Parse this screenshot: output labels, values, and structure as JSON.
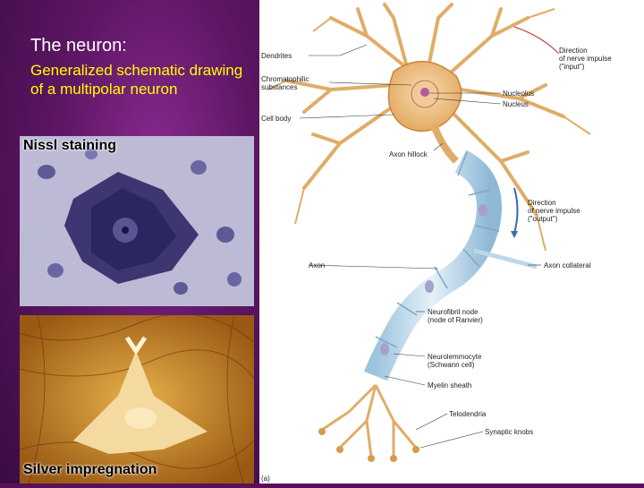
{
  "slide": {
    "title": "The neuron:",
    "subtitle": "Generalized schematic drawing of a multipolar neuron"
  },
  "photos": {
    "nissl_label": "Nissl staining",
    "silver_label": "Silver impregnation"
  },
  "diagram": {
    "labels": {
      "dendrites": "Dendrites",
      "chromatophilic_1": "Chromatophilic",
      "chromatophilic_2": "substances",
      "direction_input_1": "Direction",
      "direction_input_2": "of nerve impulse",
      "direction_input_3": "(\"input\")",
      "nucleolus": "Nucleolus",
      "nucleus": "Nucleus",
      "cell_body": "Cell body",
      "axon_hillock": "Axon hillock",
      "direction_output_1": "Direction",
      "direction_output_2": "of nerve impulse",
      "direction_output_3": "(\"output\")",
      "axon": "Axon",
      "axon_collateral": "Axon collateral",
      "neurofibril_1": "Neurofibril node",
      "neurofibril_2": "(node of Ranvier)",
      "neurolemmocyte_1": "Neurolemmocyte",
      "neurolemmocyte_2": "(Schwann cell)",
      "myelin": "Myelin sheath",
      "telodendria": "Telodendria",
      "synaptic_knobs": "Synaptic knobs",
      "figure_tag": "(a)"
    }
  },
  "colors": {
    "slide_bg": "#5a0f5a",
    "title": "#ffffff",
    "subtitle": "#ffff00",
    "soma": "#f0c890",
    "myelin": "#bcd8ea"
  }
}
